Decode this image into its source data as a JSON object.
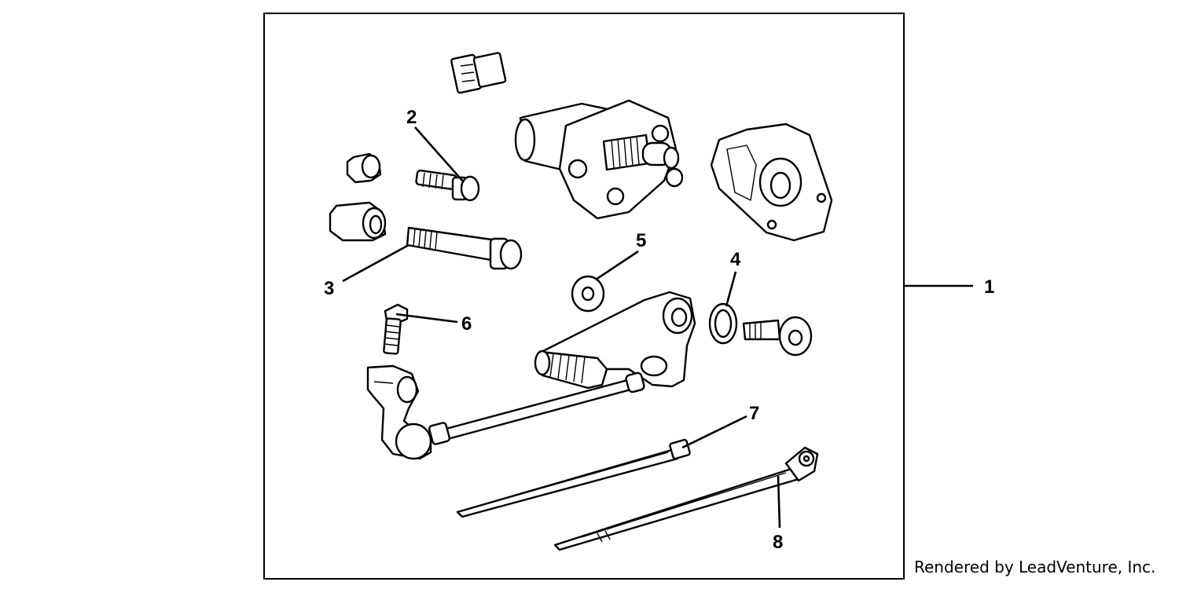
{
  "callouts": {
    "c1": "1",
    "c2": "2",
    "c3": "3",
    "c4": "4",
    "c5": "5",
    "c6": "6",
    "c7": "7",
    "c8": "8"
  },
  "credit": "Rendered by LeadVenture, Inc."
}
